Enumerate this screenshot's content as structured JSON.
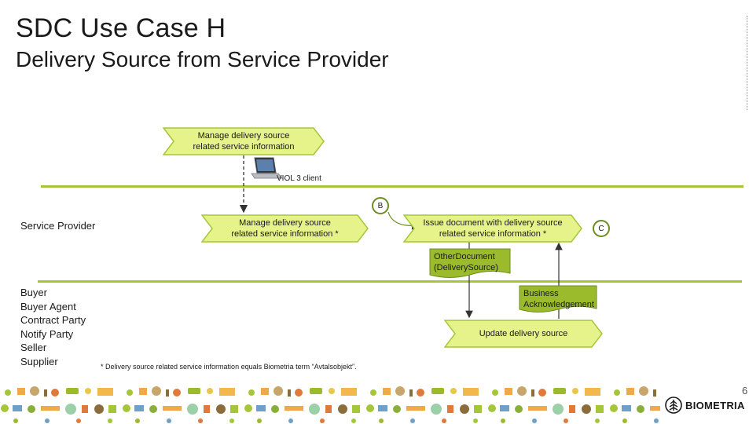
{
  "title": "SDC Use Case H",
  "subtitle": "Delivery Source from Service Provider",
  "lanes": {
    "service_provider": "Service Provider",
    "parties": [
      "Buyer",
      "Buyer Agent",
      "Contract Party",
      "Notify Party",
      "Seller",
      "Supplier"
    ]
  },
  "processes": {
    "top": "Manage delivery source\nrelated service  information",
    "manage": "Manage delivery source\nrelated service information *",
    "issue": "Issue document with delivery source\nrelated service information *",
    "update": "Update delivery source"
  },
  "documents": {
    "other": "OtherDocument\n(DeliverySource)",
    "ack": "Business\nAcknowledgement"
  },
  "connectors": {
    "b": "B",
    "c": "C"
  },
  "client_label": "VIOL 3 client",
  "footnote": "* Delivery source related service information equals Biometria term “Avtalsobjekt”.",
  "logo_text": "BIOMETRIA",
  "edge_mark": "6",
  "colors": {
    "chevron_fill": "#e6f28a",
    "doc_fill": "#9bbb2c",
    "line": "#a6c63a",
    "border": "#6b8e23"
  }
}
